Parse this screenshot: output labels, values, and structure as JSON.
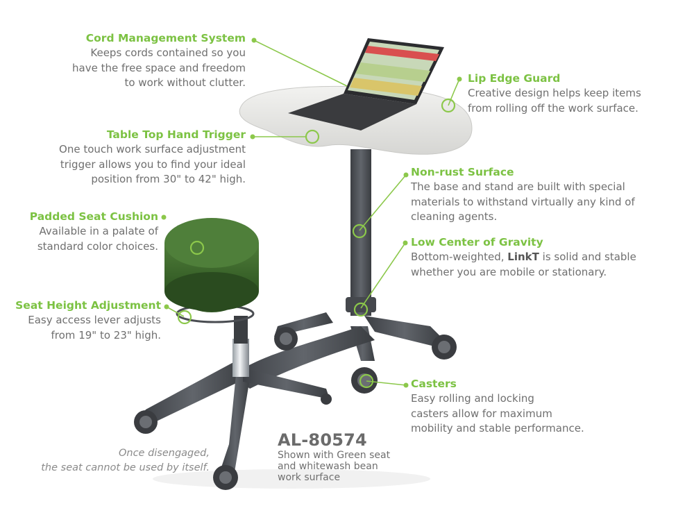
{
  "callouts": {
    "cord": {
      "title": "Cord Management System",
      "lines": [
        "Keeps cords contained so you",
        "have the free space and freedom",
        "to work without clutter."
      ]
    },
    "lip": {
      "title": "Lip Edge Guard",
      "lines": [
        "Creative design helps keep items",
        "from rolling off the work surface."
      ]
    },
    "trigger": {
      "title": "Table Top Hand Trigger",
      "lines": [
        "One touch work surface adjustment",
        "trigger allows you to find your ideal",
        "position from 30\" to 42\" high."
      ]
    },
    "rust": {
      "title": "Non-rust Surface",
      "lines": [
        "The base and stand are built with special",
        "materials to withstand virtually any kind of",
        "cleaning agents."
      ]
    },
    "seat": {
      "title": "Padded Seat Cushion",
      "lines": [
        "Available in a palate of",
        "standard color choices."
      ]
    },
    "gravity": {
      "title": "Low Center of Gravity",
      "line1_pre": "Bottom-weighted, ",
      "line1_bold": "LinkT",
      "line1_post": " is solid and stable",
      "line2": "whether you are mobile or stationary."
    },
    "height": {
      "title": "Seat Height Adjustment",
      "lines": [
        "Easy access lever adjusts",
        "from 19\" to 23\" high."
      ]
    },
    "casters": {
      "title": "Casters",
      "lines": [
        "Easy rolling and locking",
        "casters allow for maximum",
        "mobility and stable performance."
      ]
    }
  },
  "note": {
    "lines": [
      "Once disengaged,",
      "the seat cannot be used by itself."
    ]
  },
  "model": {
    "number": "AL-80574",
    "caption": [
      "Shown with Green seat",
      "and whitewash bean",
      "work surface"
    ]
  },
  "colors": {
    "accent": "#7cc243",
    "text": "#6f6f6f",
    "seat": "#3d6a2c",
    "metal": "#4a4d52",
    "table": "#e8e8e6"
  }
}
